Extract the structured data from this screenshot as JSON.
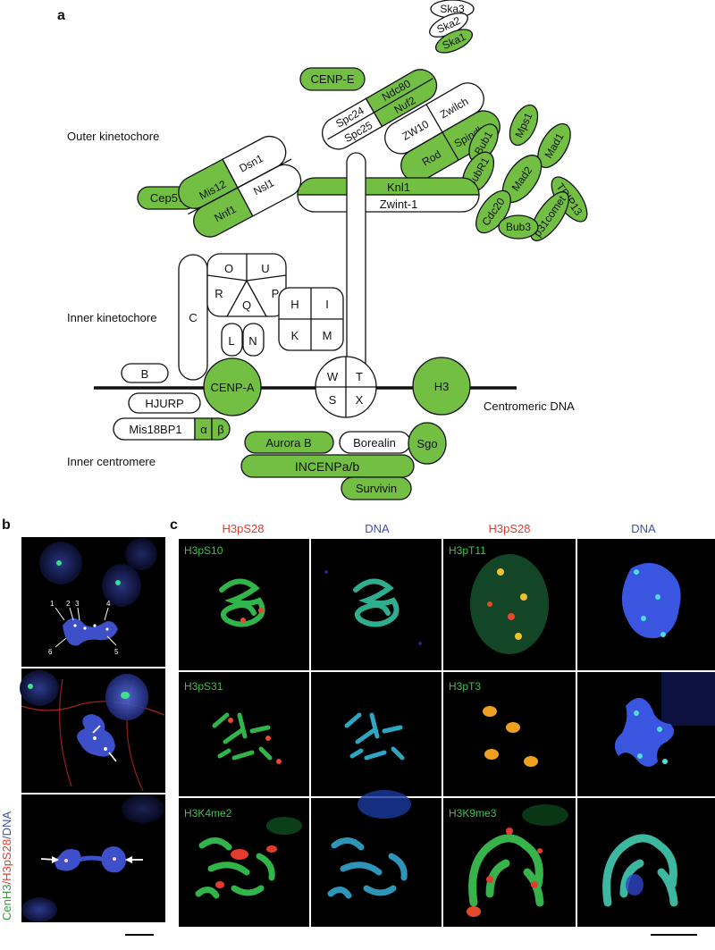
{
  "panels": {
    "a": "a",
    "b": "b",
    "c": "c"
  },
  "diagram": {
    "regions": {
      "outer": "Outer kinetochore",
      "inner": "Inner kinetochore",
      "centromere": "Inner centromere",
      "dna": "Centromeric DNA"
    },
    "proteins": {
      "ska3": "Ska3",
      "ska2": "Ska2",
      "ska1": "Ska1",
      "cenpe": "CENP-E",
      "ndc80": "Ndc80",
      "nuf2": "Nuf2",
      "spc24": "Spc24",
      "spc25": "Spc25",
      "zw10": "ZW10",
      "zwilch": "Zwilch",
      "rod": "Rod",
      "spindly": "Spindly",
      "bub1": "Bub1",
      "mps1": "Mps1",
      "mad1": "Mad1",
      "bubr1": "BubR1",
      "mad2": "Mad2",
      "trip13": "TRIP13",
      "cdc20": "Cdc20",
      "p31": "p31comet",
      "bub3": "Bub3",
      "dsn1": "Dsn1",
      "nsl1": "Nsl1",
      "mis12": "Mis12",
      "nnf1": "Nnf1",
      "cep57": "Cep57",
      "knl1": "Knl1",
      "zwint": "Zwint-1",
      "c": "C",
      "o": "O",
      "u": "U",
      "r": "R",
      "p": "P",
      "q": "Q",
      "l": "L",
      "n": "N",
      "h": "H",
      "i": "I",
      "k": "K",
      "m": "M",
      "b": "B",
      "hjurp": "HJURP",
      "cenpa": "CENP-A",
      "w": "W",
      "t": "T",
      "s": "S",
      "x": "X",
      "h3": "H3",
      "mis18bp1": "Mis18BP1",
      "alpha": "α",
      "beta": "β",
      "aurorab": "Aurora B",
      "borealin": "Borealin",
      "sgo": "Sgo",
      "incenp": "INCENPa/b",
      "survivin": "Survivin"
    }
  },
  "panel_b": {
    "side_label_green": "CenH3",
    "side_label_red": "/H3pS28",
    "side_label_blue": "/DNA",
    "arrow_numbers": [
      "1",
      "2",
      "3",
      "4",
      "5",
      "6"
    ]
  },
  "panel_c": {
    "headers": [
      "H3pS28",
      "DNA",
      "H3pS28",
      "DNA"
    ],
    "row_labels": [
      "H3pS10",
      "H3pT11",
      "H3pS31",
      "H3pT3",
      "H3K4me2",
      "H3K9me3"
    ]
  },
  "colors": {
    "green": "#72bf44",
    "red": "#e33b2e",
    "blue": "#3f4fb0",
    "black": "#000000"
  }
}
